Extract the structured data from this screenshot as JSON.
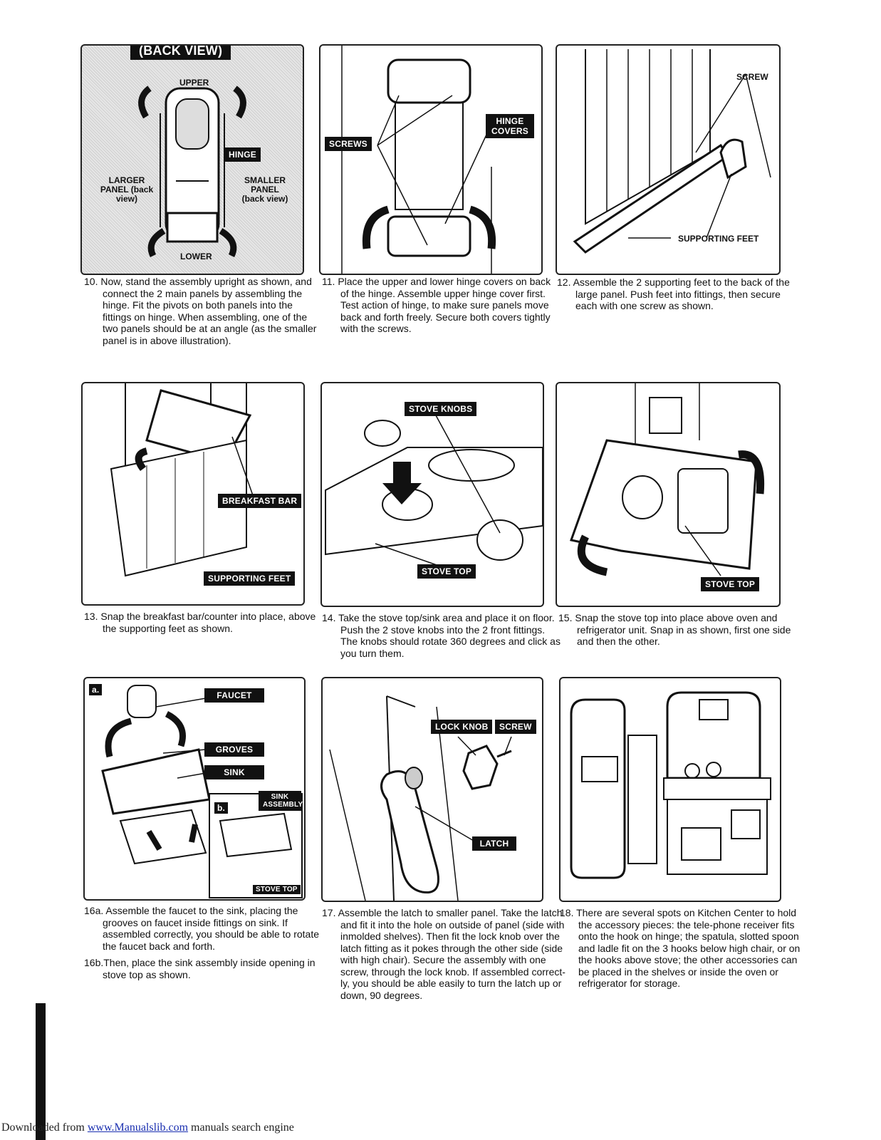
{
  "steps": [
    {
      "labels": {
        "back_view": "(BACK VIEW)",
        "upper": "UPPER",
        "hinge": "HINGE",
        "larger_panel": "LARGER PANEL (back view)",
        "smaller_panel": "SMALLER PANEL (back view)",
        "lower": "LOWER"
      },
      "caption": "10. Now, stand the assembly upright as shown, and connect the 2 main panels by assembling the hinge. Fit the pivots on both panels into the fittings on hinge. When assembling, one of the two panels should be at an angle (as the smaller panel is in above illustration)."
    },
    {
      "labels": {
        "screws": "SCREWS",
        "hinge_covers": "HINGE COVERS"
      },
      "caption": "11. Place the upper and lower hinge covers on back of the hinge. Assemble upper hinge cover first. Test action of hinge, to make sure panels move back and forth freely. Secure both covers tightly with the screws."
    },
    {
      "labels": {
        "screw": "SCREW",
        "supporting_feet": "SUPPORTING FEET"
      },
      "caption": "12. Assemble the 2 supporting feet to the back of the large panel. Push feet into fittings, then secure each with one screw as shown."
    },
    {
      "labels": {
        "breakfast_bar": "BREAKFAST BAR",
        "supporting_feet": "SUPPORTING FEET"
      },
      "caption": "13. Snap the breakfast bar/counter into place, above the supporting feet as shown."
    },
    {
      "labels": {
        "stove_knobs": "STOVE KNOBS",
        "stove_top": "STOVE TOP"
      },
      "caption": "14. Take the stove top/sink area and place it on floor. Push the 2 stove knobs into the 2 front fittings. The knobs should rotate 360 degrees and click as you turn them."
    },
    {
      "labels": {
        "stove_top": "STOVE TOP"
      },
      "caption": "15. Snap the stove top into place above oven and refrigerator unit. Snap in as shown, first one side and then the other."
    },
    {
      "labels": {
        "a": "a.",
        "faucet": "FAUCET",
        "groves": "GROVES",
        "sink": "SINK",
        "sink_assembly": "SINK ASSEMBLY",
        "b": "b.",
        "stove_top": "STOVE TOP"
      },
      "caption_a": "16a. Assemble the faucet to the sink, placing the grooves on faucet inside fittings on sink. If assembled correctly, you should be able to rotate the faucet back and forth.",
      "caption_b": "16b.Then, place the sink assembly inside opening in stove top as shown."
    },
    {
      "labels": {
        "lock_knob": "LOCK KNOB",
        "screw": "SCREW",
        "latch": "LATCH"
      },
      "caption": "17. Assemble the latch to smaller panel. Take the latch and fit it into the hole on outside of panel (side with inmolded shelves). Then fit the lock knob over the latch fitting as it pokes through the other side (side with high chair). Secure the assembly with one screw, through the lock knob. If assembled correct-ly, you should be able easily to turn the latch up or down, 90 degrees."
    },
    {
      "labels": {},
      "caption": "18. There are several spots on Kitchen Center to hold the accessory pieces: the tele-phone receiver fits onto the hook on hinge; the spatula, slotted spoon and ladle fit on the 3 hooks below high chair, or on the hooks above stove; the other accessories can be placed in the shelves or inside the oven or refrigerator for storage."
    }
  ],
  "footer": {
    "prefix": "Downloaded from ",
    "link": "www.Manualslib.com",
    "suffix": " manuals search engine"
  }
}
